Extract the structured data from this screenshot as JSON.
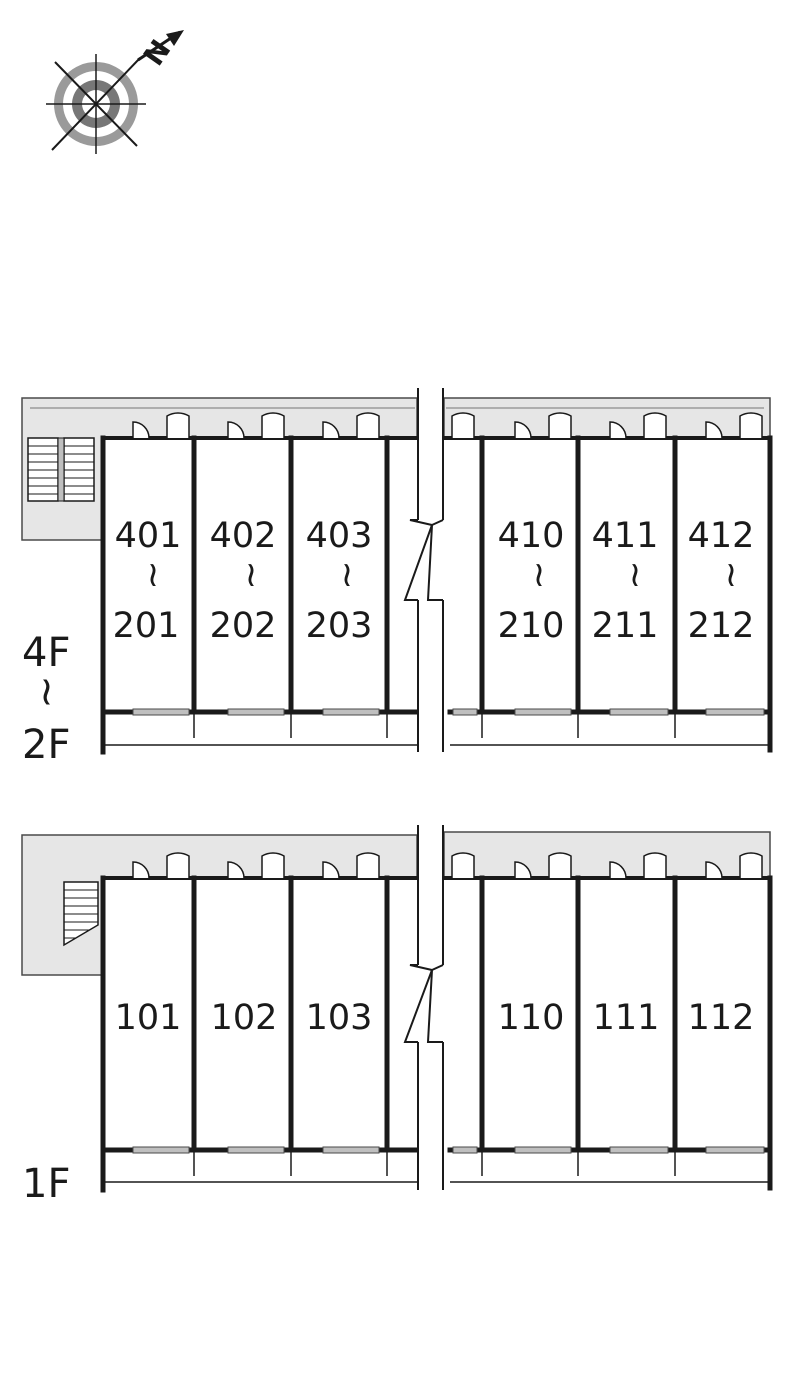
{
  "compass": {
    "north_symbol": "N",
    "icon": "compass-icon"
  },
  "floors": [
    {
      "id": "upper",
      "label_top": "4F",
      "label_tilde": "~",
      "label_bottom": "2F",
      "units_left": [
        {
          "top": "401",
          "tilde": "~",
          "bottom": "201"
        },
        {
          "top": "402",
          "tilde": "~",
          "bottom": "202"
        },
        {
          "top": "403",
          "tilde": "~",
          "bottom": "203"
        }
      ],
      "units_right": [
        {
          "top": "410",
          "tilde": "~",
          "bottom": "210"
        },
        {
          "top": "411",
          "tilde": "~",
          "bottom": "211"
        },
        {
          "top": "412",
          "tilde": "~",
          "bottom": "212"
        }
      ]
    },
    {
      "id": "ground",
      "label": "1F",
      "units_left": [
        "101",
        "102",
        "103"
      ],
      "units_right": [
        "110",
        "111",
        "112"
      ]
    }
  ],
  "colors": {
    "line": "#1a1a1a",
    "corridor": "#e6e6e6",
    "window": "#bfbfbf"
  }
}
